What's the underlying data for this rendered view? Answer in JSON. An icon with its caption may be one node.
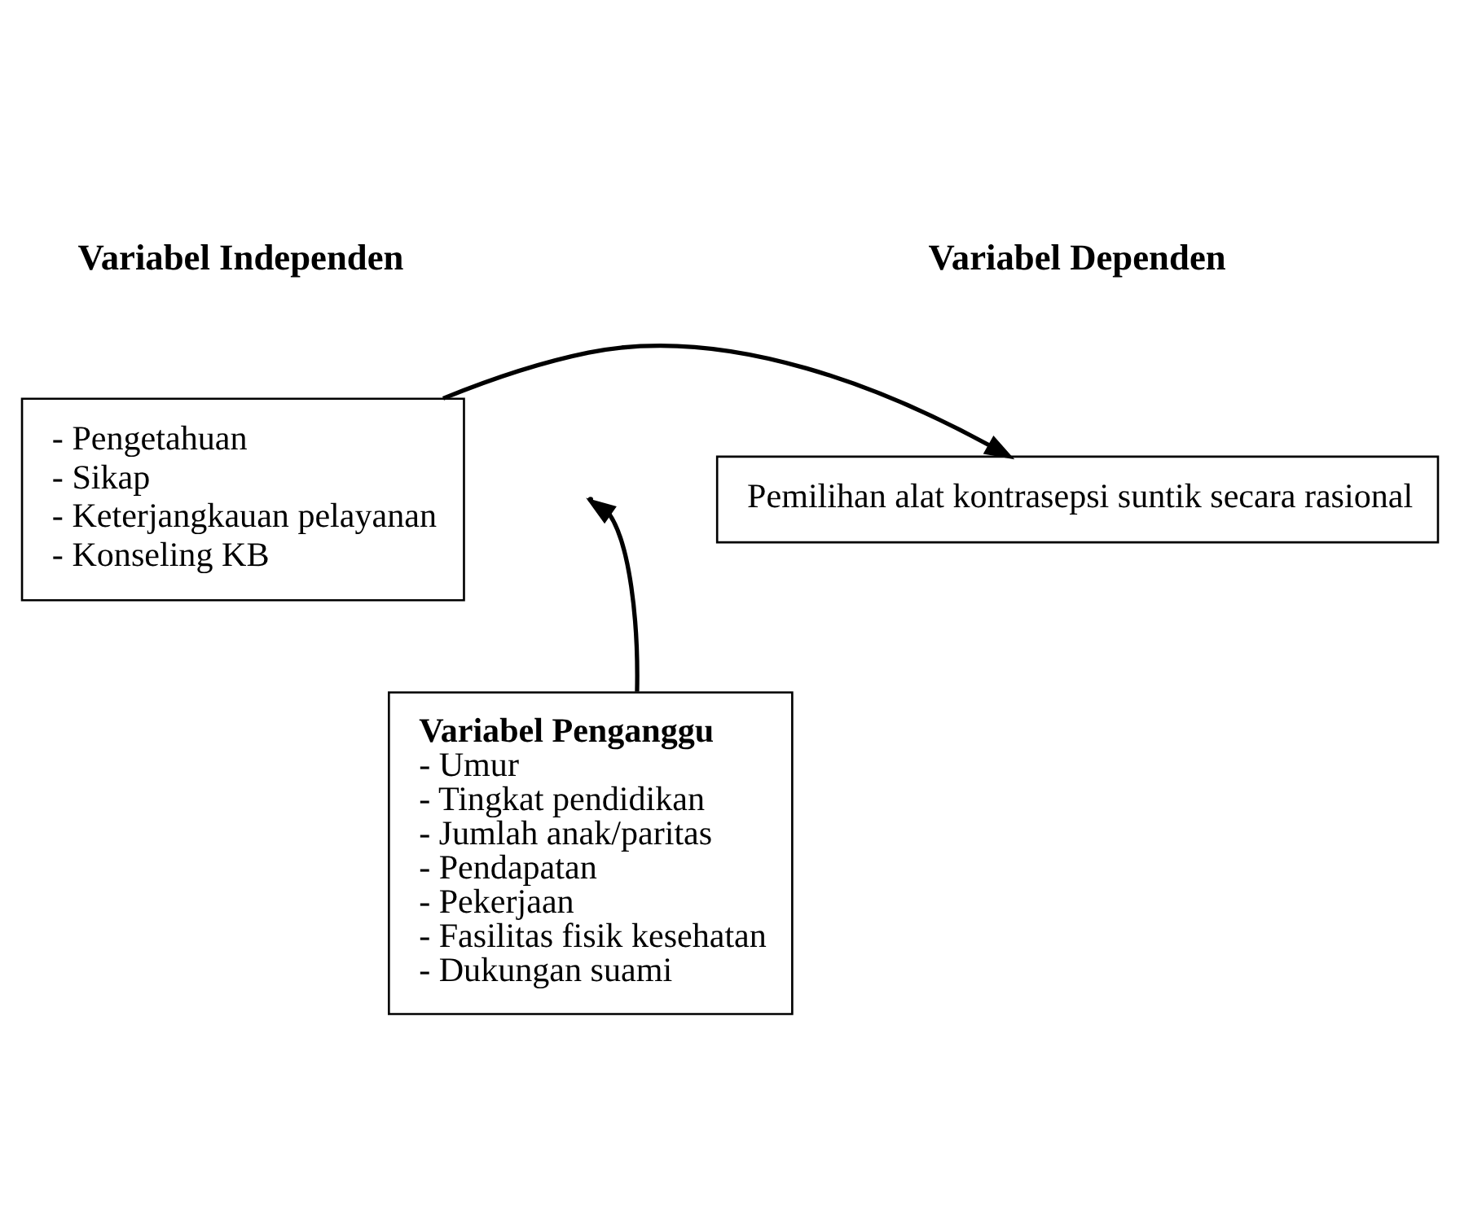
{
  "diagram": {
    "nodes": [
      {
        "text": [
          "- Pengetahuan",
          "- Sikap",
          "- Keterjangkauan pelayanan",
          "- Konseling KB"
        ]
      },
      {
        "text": [
          "Pemilihan alat kontrasepsi suntik secara rasional"
        ]
      },
      {
        "text": [
          "Variabel Penganggu",
          "- Umur",
          "- Tingkat pendidikan",
          "- Jumlah anak/paritas",
          "- Pendapatan",
          "- Pekerjaan",
          "- Fasilitas fisik kesehatan",
          "- Dukungan suami"
        ]
      }
    ],
    "edges": [
      {
        "from": 0,
        "to": 1,
        "arrow": "to"
      },
      {
        "from": 2,
        "to": null,
        "arrow": "to"
      }
    ],
    "labels": [
      "Variabel Independen",
      "Variabel Dependen"
    ]
  }
}
